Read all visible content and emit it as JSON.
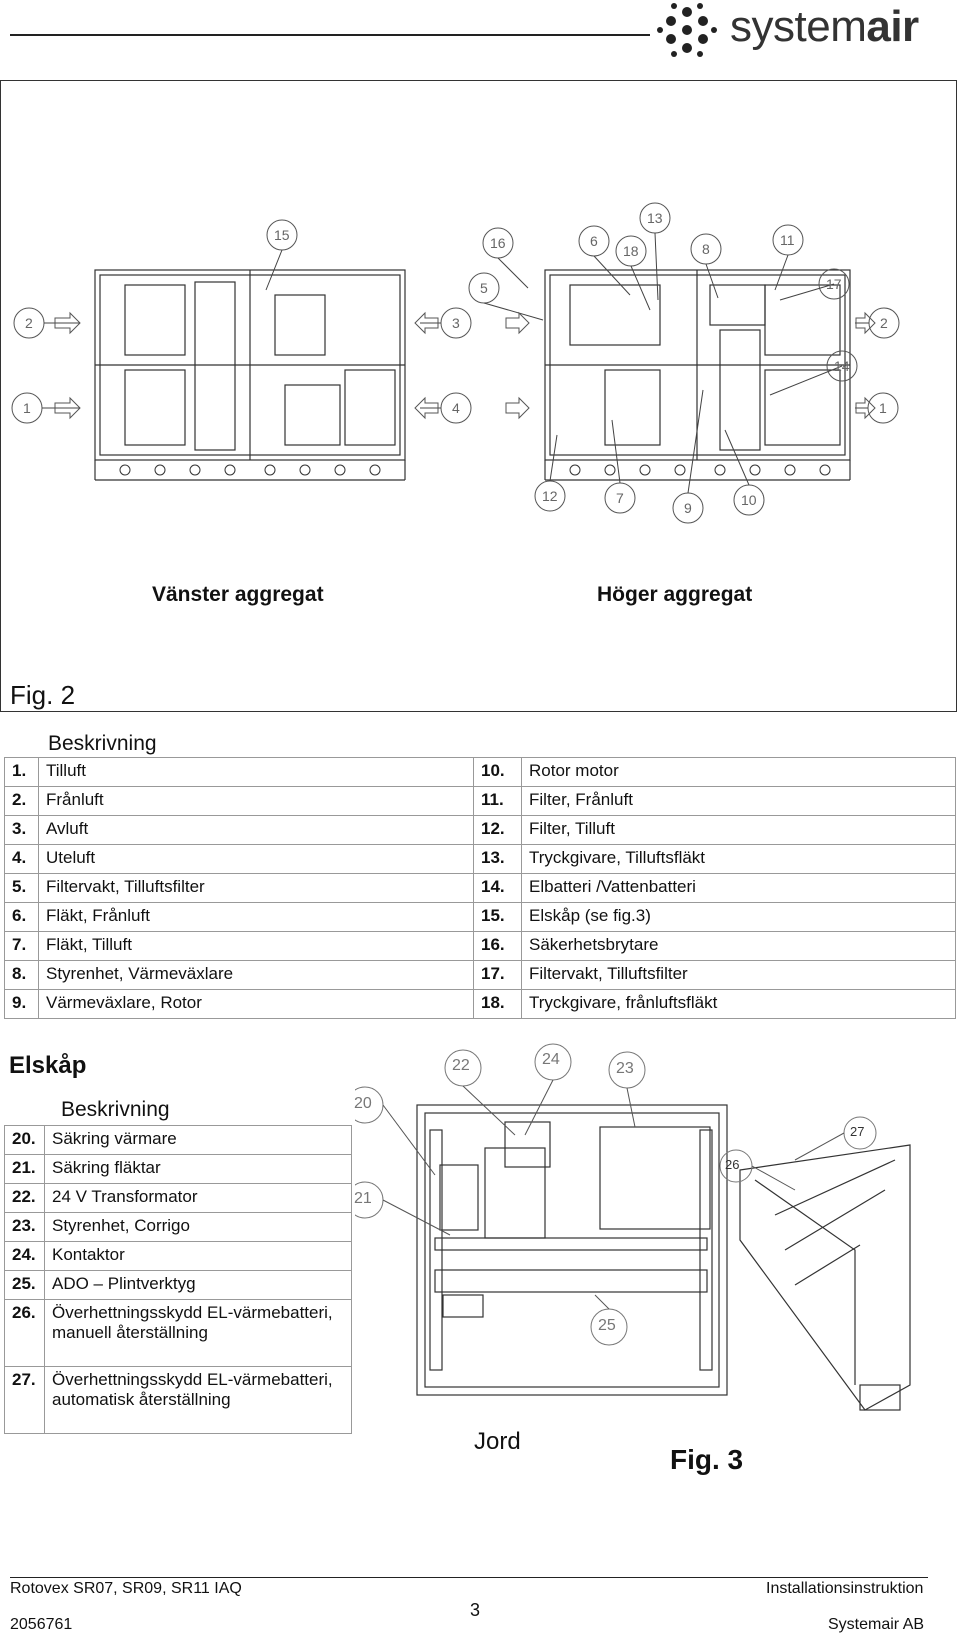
{
  "logo": {
    "text_light": "system",
    "text_bold": "air"
  },
  "figure2": {
    "callouts_left": [
      "15",
      "16",
      "5",
      "6",
      "18",
      "13",
      "8",
      "11",
      "17",
      "2",
      "3",
      "2",
      "1",
      "4",
      "1",
      "14",
      "12",
      "7",
      "9",
      "10"
    ],
    "label_left": "Vänster aggregat",
    "label_right": "Höger aggregat",
    "fig_label": "Fig. 2"
  },
  "table1": {
    "header": "Beskrivning",
    "left": [
      {
        "num": "1.",
        "text": "Tilluft"
      },
      {
        "num": "2.",
        "text": "Frånluft"
      },
      {
        "num": "3.",
        "text": "Avluft"
      },
      {
        "num": "4.",
        "text": "Uteluft"
      },
      {
        "num": "5.",
        "text": "Filtervakt, Tilluftsfilter"
      },
      {
        "num": "6.",
        "text": "Fläkt, Frånluft"
      },
      {
        "num": "7.",
        "text": "Fläkt, Tilluft"
      },
      {
        "num": "8.",
        "text": "Styrenhet, Värmeväxlare"
      },
      {
        "num": "9.",
        "text": "Värmeväxlare, Rotor"
      }
    ],
    "right": [
      {
        "num": "10.",
        "text": "Rotor motor"
      },
      {
        "num": "11.",
        "text": "Filter, Frånluft"
      },
      {
        "num": "12.",
        "text": "Filter, Tilluft"
      },
      {
        "num": "13.",
        "text": "Tryckgivare, Tilluftsfläkt"
      },
      {
        "num": "14.",
        "text": "Elbatteri /Vattenbatteri"
      },
      {
        "num": "15.",
        "text": "Elskåp (se fig.3)"
      },
      {
        "num": "16.",
        "text": "Säkerhetsbrytare"
      },
      {
        "num": "17.",
        "text": "Filtervakt, Tilluftsfilter"
      },
      {
        "num": "18.",
        "text": "Tryckgivare, frånluftsfläkt"
      }
    ]
  },
  "elskap": {
    "title": "Elskåp",
    "header": "Beskrivning",
    "rows": [
      {
        "num": "20.",
        "text": "Säkring värmare"
      },
      {
        "num": "21.",
        "text": "Säkring fläktar"
      },
      {
        "num": "22.",
        "text": "24 V Transformator"
      },
      {
        "num": "23.",
        "text": "Styrenhet, Corrigo"
      },
      {
        "num": "24.",
        "text": "Kontaktor"
      },
      {
        "num": "25.",
        "text": "ADO – Plintverktyg"
      },
      {
        "num": "26.",
        "text": "Överhettningsskydd EL-värmebatteri, manuell återställning"
      },
      {
        "num": "27.",
        "text": "Överhettningsskydd EL-värmebatteri, automatisk återställning"
      }
    ],
    "callouts": [
      "22",
      "24",
      "23",
      "20",
      "21",
      "25",
      "26",
      "27"
    ],
    "jord": "Jord",
    "fig_label": "Fig. 3"
  },
  "footer": {
    "left1": "Rotovex SR07, SR09, SR11 IAQ",
    "right1": "Installationsinstruktion",
    "page": "3",
    "left2": "2056761",
    "right2": "Systemair AB"
  }
}
